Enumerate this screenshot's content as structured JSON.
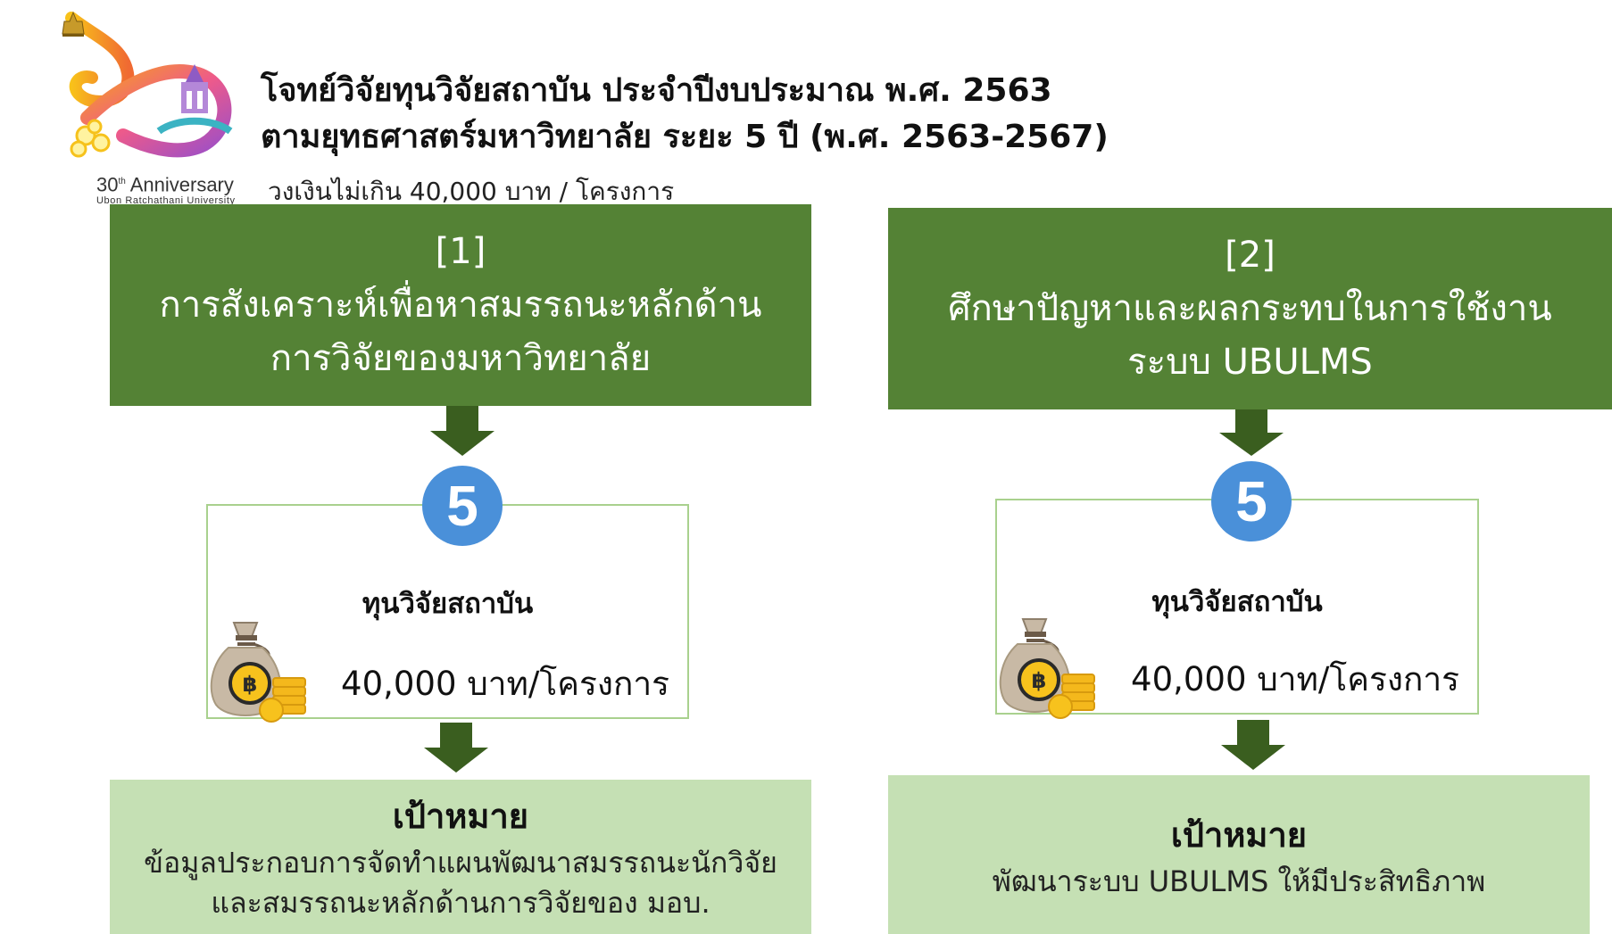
{
  "logo": {
    "anniversary_number": "30",
    "anniversary_suffix": "th",
    "anniversary_word": " Anniversary",
    "university": "Ubon Ratchathani University"
  },
  "header": {
    "title_line1": "โจทย์วิจัยทุนวิจัยสถาบัน ประจำปีงบประมาณ พ.ศ. 2563",
    "title_line2": "ตามยุทธศาสตร์มหาวิทยาลัย ระยะ 5 ปี (พ.ศ. 2563-2567)",
    "budget_note": "วงเงินไม่เกิน 40,000 บาท / โครงการ"
  },
  "topics": [
    {
      "number": "[1]",
      "line1": "การสังเคราะห์เพื่อหาสมรรถนะหลักด้าน",
      "line2": "การวิจัยของมหาวิทยาลัย",
      "count": "5",
      "grant_title": "ทุนวิจัยสถาบัน",
      "grant_amount": "40,000 บาท/โครงการ",
      "goal_label": "เป้าหมาย",
      "goal_line1": "ข้อมูลประกอบการจัดทำแผนพัฒนาสมรรถนะนักวิจัย",
      "goal_line2": "และสมรรถนะหลักด้านการวิจัยของ มอบ."
    },
    {
      "number": "[2]",
      "line1": "ศึกษาปัญหาและผลกระทบในการใช้งาน",
      "line2": "ระบบ UBULMS",
      "count": "5",
      "grant_title": "ทุนวิจัยสถาบัน",
      "grant_amount": "40,000 บาท/โครงการ",
      "goal_label": "เป้าหมาย",
      "goal_line1": "พัฒนาระบบ UBULMS ให้มีประสิทธิภาพ"
    }
  ],
  "colors": {
    "topic_bg": "#548235",
    "goal_bg": "#c5e0b4",
    "grant_border": "#a9d18e",
    "arrow": "#3a5e1f",
    "circle": "#4a90d9"
  },
  "icons": {
    "logo": "anniversary-logo-icon",
    "money": "money-bag-icon"
  }
}
